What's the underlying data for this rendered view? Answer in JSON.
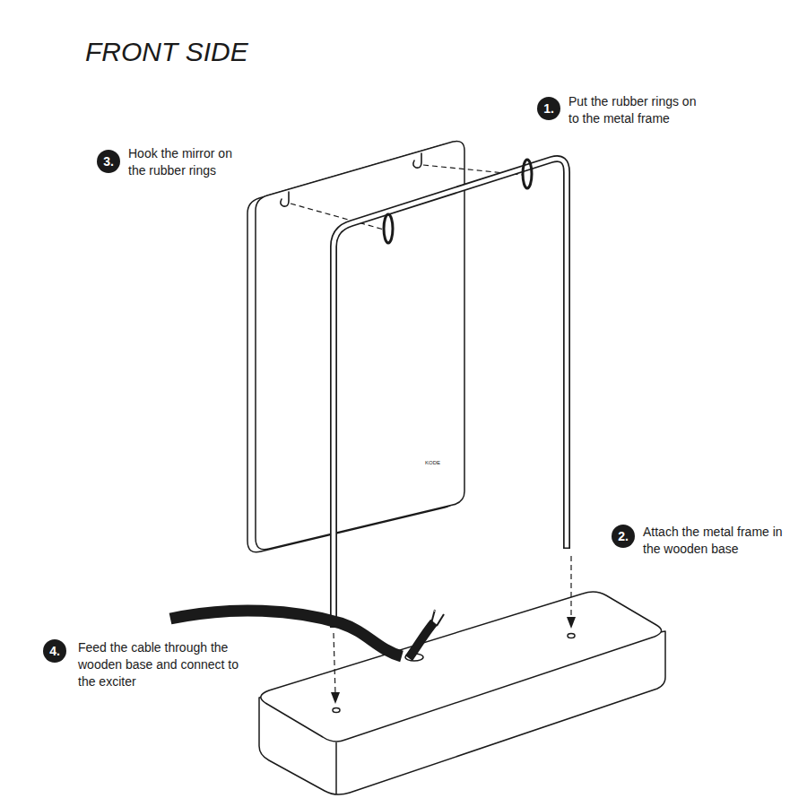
{
  "diagram": {
    "title": "FRONT SIDE",
    "labels": [
      "1.",
      "Put the rubber rings on to the metal frame",
      "2.",
      "Attach the metal frame in the wooden base",
      "3.",
      "Hook the mirror on the rubber rings",
      "4.",
      "Feed the cable through the wooden base and connect to the exciter",
      "KODE"
    ]
  }
}
